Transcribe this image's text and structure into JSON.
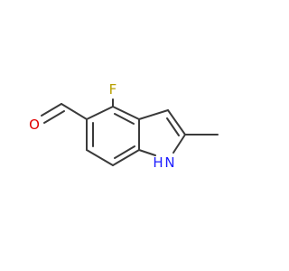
{
  "molecule": {
    "atoms": {
      "fluorine": {
        "symbol": "F",
        "color": "#b8a000"
      },
      "oxygen": {
        "symbol": "O",
        "color": "#e00000"
      },
      "nitrogen_h": {
        "symbol": "H",
        "color": "#1c1cff"
      },
      "nitrogen": {
        "symbol": "N",
        "color": "#1c1cff"
      }
    },
    "bond_color": "#3a3a3a"
  }
}
